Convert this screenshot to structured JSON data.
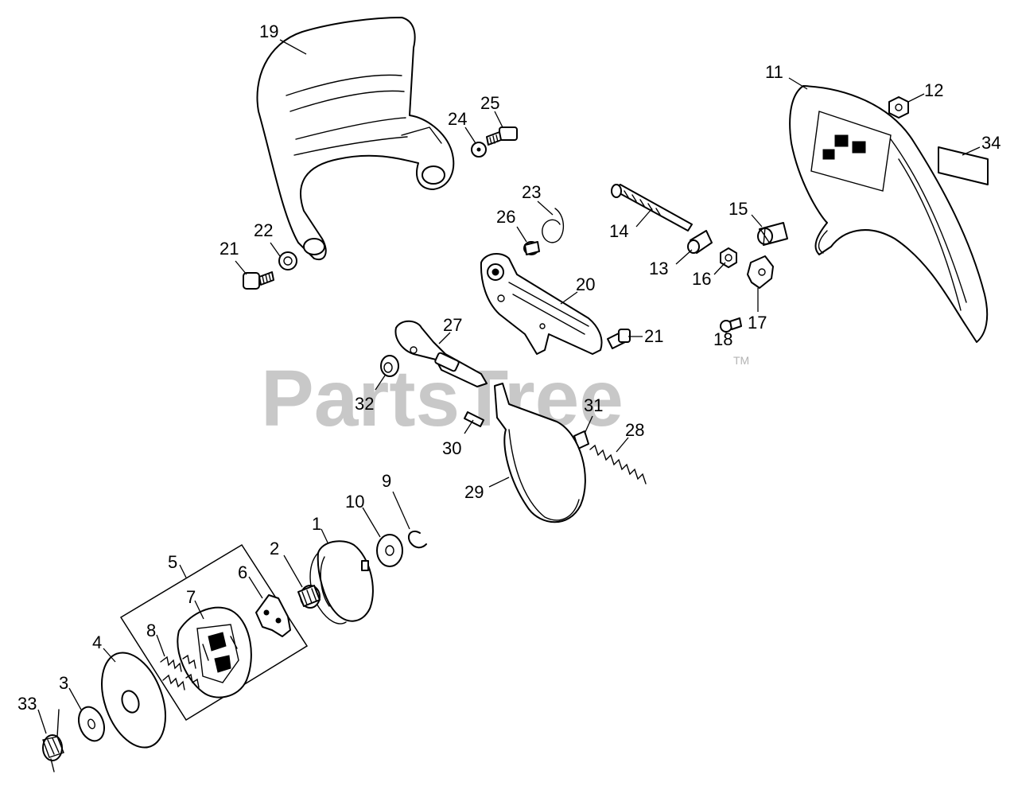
{
  "watermark": {
    "text": "PartsTree",
    "trademark": "TM"
  },
  "callouts": [
    "19",
    "25",
    "24",
    "11",
    "12",
    "34",
    "23",
    "26",
    "15",
    "14",
    "13",
    "16",
    "22",
    "21",
    "20",
    "17",
    "18",
    "27",
    "32",
    "31",
    "30",
    "28",
    "29",
    "9",
    "10",
    "1",
    "2",
    "5",
    "6",
    "7",
    "8",
    "4",
    "3",
    "33"
  ]
}
